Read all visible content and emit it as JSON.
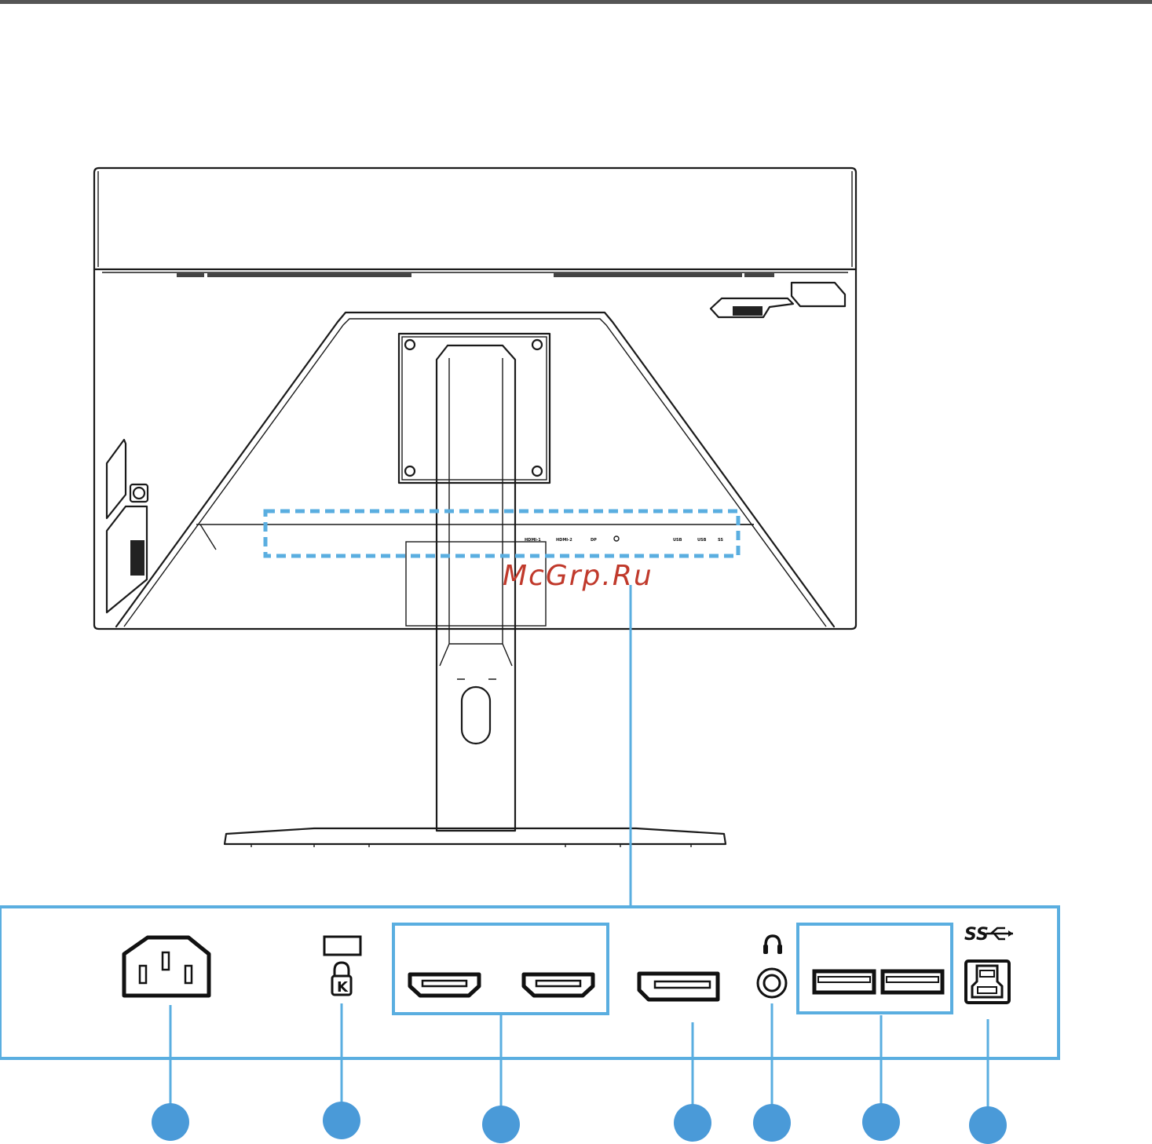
{
  "watermark": "McGrp.Ru",
  "panel_labels": {
    "hdmi1": "HDMI-1",
    "hdmi2": "HDMI-2",
    "dp": "DP",
    "usb1": "USB",
    "usb2": "USB",
    "usb_ss": "SS"
  },
  "detail_labels": {
    "usb_superspeed_logo": "SS",
    "kensington_letter": "K"
  },
  "callouts": [
    "power-port",
    "kensington-lock",
    "hdmi-ports",
    "displayport",
    "headphone-jack",
    "usb-downstream-ports",
    "usb-upstream-port"
  ],
  "colors": {
    "accent": "#5aaee0",
    "callout": "#4a9ad8",
    "watermark": "#c0392b",
    "ink": "#1a1a1a",
    "header_bar": "#555555"
  }
}
